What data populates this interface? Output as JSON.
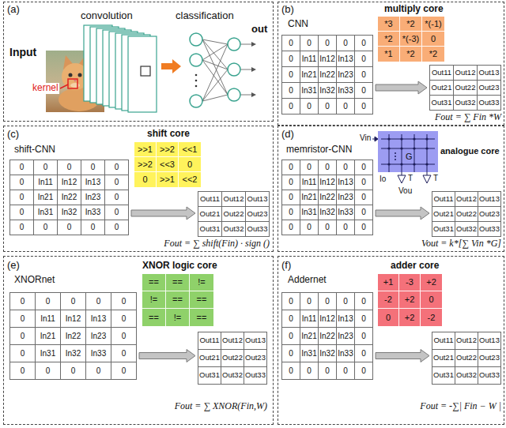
{
  "diagram": {
    "nodes": [
      {
        "text": [
          "(a)"
        ]
      },
      {
        "text": [
          "(b)",
          "CNN",
          "Fout = ∑ Fin *W"
        ]
      },
      {
        "text": [
          "0",
          "0",
          "0",
          "0",
          "0",
          "0",
          "In11",
          "In12",
          "In13",
          "0",
          "0",
          "In21",
          "In22",
          "In23",
          "0",
          "0",
          "In31",
          "In32",
          "In33",
          "0",
          "0",
          "0",
          "0",
          "0",
          "0"
        ],
        "in": 1
      },
      {
        "text": [
          "multiply core",
          "*3",
          "*2",
          "*(-1)",
          "*2",
          "*(-3)",
          "0",
          "*1",
          "*2",
          "*2"
        ],
        "in": 1
      },
      {
        "text": [
          "Out11",
          "Out12",
          "Out13",
          "Out21",
          "Out22",
          "Out23",
          "Out31",
          "Out32",
          "Out33"
        ],
        "in": 1
      },
      {
        "text": [
          "(c)",
          "shift-CNN",
          "Fout = ∑ shift(Fin) · sign ()"
        ]
      },
      {
        "text": [
          "0",
          "0",
          "0",
          "0",
          "0",
          "0",
          "In11",
          "In12",
          "In13",
          "0",
          "0",
          "In21",
          "In22",
          "In23",
          "0",
          "0",
          "In31",
          "In32",
          "In33",
          "0",
          "0",
          "0",
          "0",
          "0",
          "0"
        ],
        "in": 5
      },
      {
        "text": [
          "shift core",
          ">>1",
          ">>2",
          "<<1",
          ">>2",
          "<<3",
          "0",
          "0",
          ">>1",
          "<<2"
        ],
        "in": 5
      },
      {
        "text": [
          "Out11",
          "Out12",
          "Out13",
          "Out21",
          "Out22",
          "Out23",
          "Out31",
          "Out32",
          "Out33"
        ],
        "in": 5
      },
      {
        "text": [
          "(d)",
          "memristor-CNN",
          "Vout = k*[∑ Vin *G]"
        ]
      },
      {
        "text": [
          "0",
          "0",
          "0",
          "0",
          "0",
          "0",
          "In11",
          "In12",
          "In13",
          "0",
          "0",
          "In21",
          "In22",
          "In23",
          "0",
          "0",
          "In31",
          "In32",
          "In33",
          "0",
          "0",
          "0",
          "0",
          "0",
          "0"
        ],
        "in": 9
      },
      {
        "text": [
          "analogue core",
          "G"
        ],
        "in": 9
      },
      {
        "text": [
          "Out11",
          "Out12",
          "Out13",
          "Out21",
          "Out22",
          "Out23",
          "Out31",
          "Out32",
          "Out33"
        ],
        "in": 9
      },
      {
        "text": [
          "(e)",
          "XNORnet",
          "Fout = ∑ XNOR(Fin,W)"
        ]
      },
      {
        "text": [
          "0",
          "0",
          "0",
          "0",
          "0",
          "0",
          "In11",
          "In12",
          "In13",
          "0",
          "0",
          "In21",
          "In22",
          "In23",
          "0",
          "0",
          "In31",
          "In32",
          "In33",
          "0",
          "0",
          "0",
          "0",
          "0",
          "0"
        ],
        "in": 13
      },
      {
        "text": [
          "XNOR logic core",
          "==",
          "==",
          "!=",
          "!=",
          "==",
          "==",
          "==",
          "!=",
          "=="
        ],
        "in": 13
      },
      {
        "text": [
          "Out11",
          "Out12",
          "Out13",
          "Out21",
          "Out22",
          "Out23",
          "Out31",
          "Out32",
          "Out33"
        ],
        "in": 13
      },
      {
        "text": [
          "(f)",
          "Addernet",
          "Fout = -∑| Fin − W |"
        ]
      },
      {
        "text": [
          "0",
          "0",
          "0",
          "0",
          "0",
          "0",
          "In11",
          "In12",
          "In13",
          "0",
          "0",
          "In21",
          "In22",
          "In23",
          "0",
          "0",
          "In31",
          "In32",
          "In33",
          "0",
          "0",
          "0",
          "0",
          "0",
          "0"
        ],
        "in": 17
      },
      {
        "text": [
          "adder core",
          "+1",
          "-3",
          "+2",
          "-2",
          "+2",
          "0",
          "0",
          "+2",
          "-2"
        ],
        "in": 17
      },
      {
        "text": [
          "Out11",
          "Out12",
          "Out13",
          "Out21",
          "Out22",
          "Out23",
          "Out31",
          "Out32",
          "Out33"
        ],
        "in": 17
      }
    ],
    "edges": [
      {
        "from": 2,
        "to": 4,
        "arrow": "to"
      },
      {
        "from": 6,
        "to": 8,
        "arrow": "to"
      },
      {
        "from": 10,
        "to": 12,
        "arrow": "to"
      },
      {
        "from": 14,
        "to": 16,
        "arrow": "to"
      },
      {
        "from": 18,
        "to": 20,
        "arrow": "to"
      }
    ],
    "labels": [
      "convolution",
      "classification",
      "Input",
      "kernel",
      "out",
      "Vin",
      "Io",
      "T",
      "T",
      "Vou"
    ]
  }
}
